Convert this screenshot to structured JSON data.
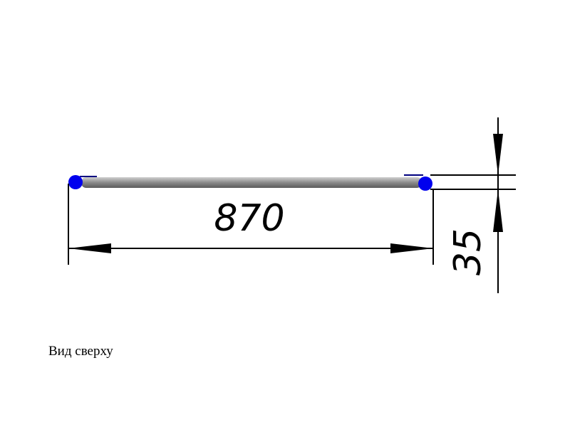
{
  "drawing": {
    "length_dimension": "870",
    "diameter_dimension": "35",
    "view_caption": "Вид сверху"
  },
  "colors": {
    "rod": "#888888",
    "end_ball": "#0000ee",
    "line": "#000000"
  }
}
